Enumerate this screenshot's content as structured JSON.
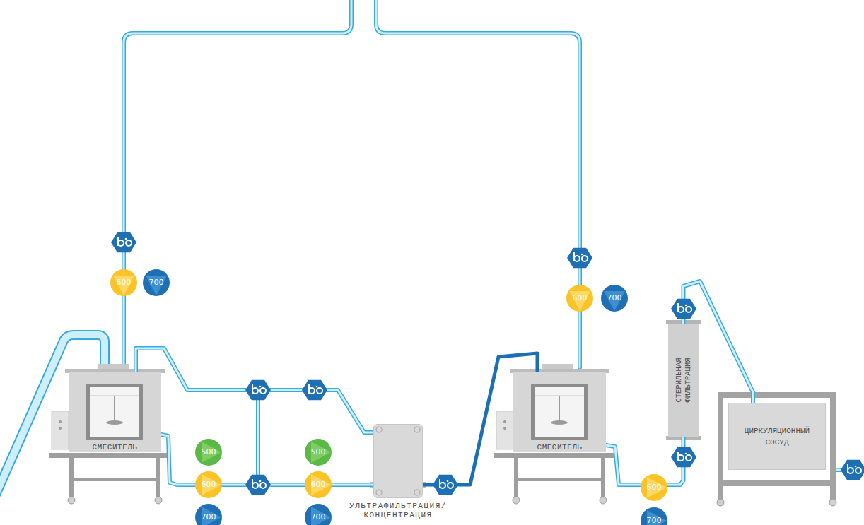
{
  "diagram": {
    "nodes": [
      {
        "text": [
          "600"
        ]
      },
      {
        "text": [
          "700"
        ]
      },
      {
        "text": [
          "СМЕСИТЕЛЬ"
        ]
      },
      {
        "text": [
          "500"
        ]
      },
      {
        "text": [
          "600"
        ]
      },
      {
        "text": [
          "700"
        ]
      },
      {
        "text": [
          "500"
        ]
      },
      {
        "text": [
          "600"
        ]
      },
      {
        "text": [
          "700"
        ]
      },
      {
        "text": [
          "УЛЬТРАФИЛЬТРАЦИЯ/ КОНЦЕНТРАЦИЯ"
        ]
      },
      {
        "text": [
          "600"
        ]
      },
      {
        "text": [
          "700"
        ]
      },
      {
        "text": [
          "СМЕСИТЕЛЬ"
        ]
      },
      {
        "text": [
          "600"
        ]
      },
      {
        "text": [
          "700"
        ]
      },
      {
        "text": [
          "СТЕРИЛЬНАЯ ФИЛЬТРАЦИЯ"
        ]
      },
      {
        "text": [
          "ЦИРКУЛЯЦИОННЫЙ СОСУД"
        ]
      }
    ],
    "edges": [
      {
        "from": 2,
        "to": 9,
        "arrow": "none"
      },
      {
        "from": 2,
        "to": 9,
        "arrow": "none"
      },
      {
        "from": 9,
        "to": 12,
        "arrow": "none"
      },
      {
        "from": 12,
        "to": 15,
        "arrow": "none"
      },
      {
        "from": 15,
        "to": 16,
        "arrow": "none"
      }
    ]
  }
}
